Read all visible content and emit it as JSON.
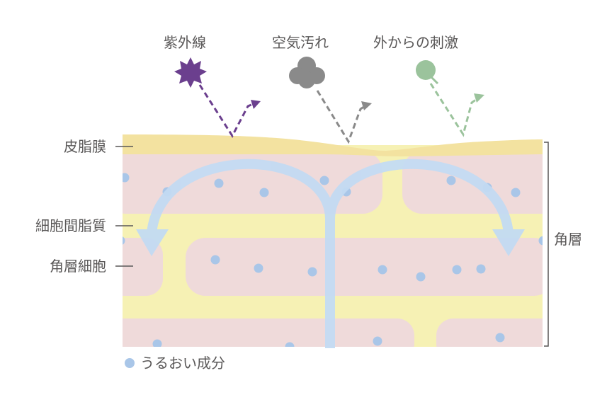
{
  "stimuli": [
    {
      "key": "uv",
      "label": "紫外線",
      "icon": "uv-star-icon",
      "color": "#6b3f8e"
    },
    {
      "key": "pollution",
      "label": "空気汚れ",
      "icon": "smog-cloud-icon",
      "color": "#8a8a8a"
    },
    {
      "key": "external",
      "label": "外からの刺激",
      "icon": "irritant-particle-icon",
      "color": "#9bc39c"
    }
  ],
  "layers": {
    "sebum_film": "皮脂膜",
    "intercellular_lipid": "細胞間脂質",
    "corneocyte": "角層細胞",
    "stratum_corneum": "角層"
  },
  "legend": {
    "label": "うるおい成分",
    "color": "#a9c6e8"
  },
  "colors": {
    "sebum": "#f3e2a0",
    "lipid": "#f6f1b4",
    "cell": "#efdada",
    "moisture_arrow": "#c3dbf3",
    "moisture_dot": "#a9c6e8"
  }
}
